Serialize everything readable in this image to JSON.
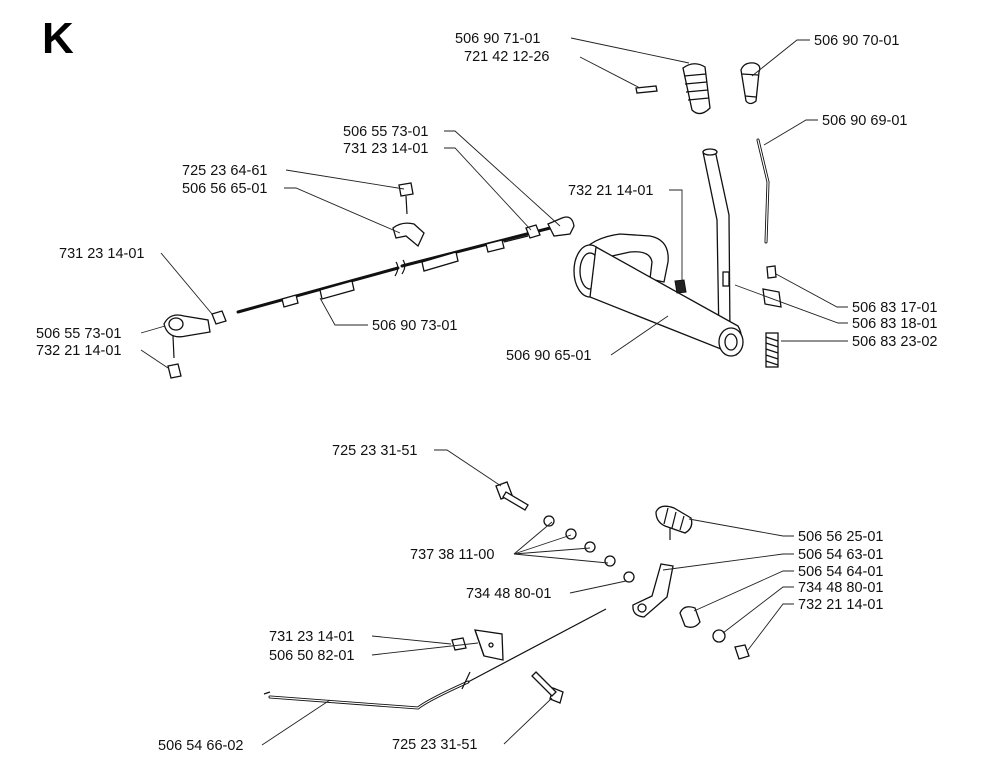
{
  "section": "K",
  "labels": {
    "t1": "506 90 71-01",
    "t2": "721 42 12-26",
    "t3": "506 90 70-01",
    "t4": "506 90 69-01",
    "t5": "506 55 73-01",
    "t6": "731 23 14-01",
    "t7": "725 23 64-61",
    "t8": "506 56 65-01",
    "t9": "732 21 14-01",
    "t10": "731 23 14-01",
    "t11": "506 55 73-01",
    "t12": "732 21 14-01",
    "t13": "506 90 73-01",
    "t14": "506 90 65-01",
    "t15": "506 83 17-01",
    "t16": "506 83 18-01",
    "t17": "506 83 23-02",
    "b1": "725 23 31-51",
    "b2": "737 38 11-00",
    "b3": "734 48 80-01",
    "b4": "731 23 14-01",
    "b5": "506 50 82-01",
    "b6": "506 54 66-02",
    "b7": "725 23 31-51",
    "b8": "506 56 25-01",
    "b9": "506 54 63-01",
    "b10": "506 54 64-01",
    "b11": "734 48 80-01",
    "b12": "732 21 14-01"
  }
}
